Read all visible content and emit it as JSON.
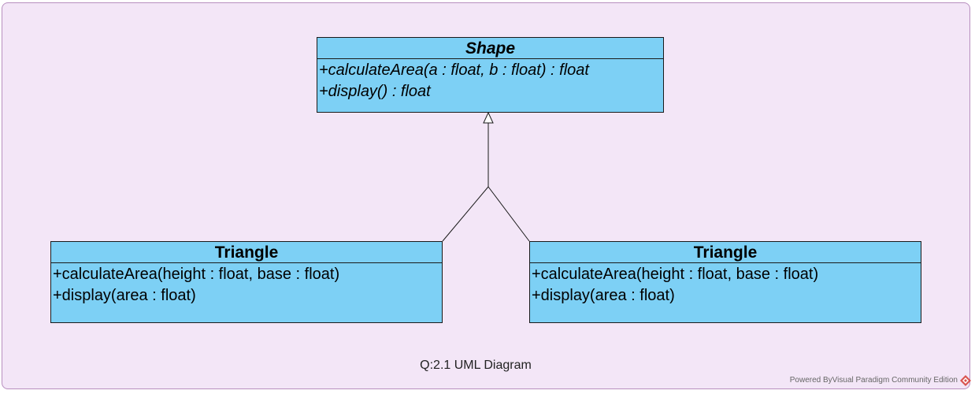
{
  "diagram": {
    "caption": "Q:2.1 UML Diagram",
    "watermark": "Powered ByVisual Paradigm Community Edition",
    "colors": {
      "background": "#f3e6f7",
      "class_fill": "#7dd0f5",
      "border": "#1a1a1a"
    },
    "classes": {
      "shape": {
        "name": "Shape",
        "abstract": true,
        "operations": [
          "+calculateArea(a : float, b : float) : float",
          "+display() : float"
        ]
      },
      "triangle_left": {
        "name": "Triangle",
        "abstract": false,
        "operations": [
          "+calculateArea(height : float, base : float)",
          "+display(area : float)"
        ]
      },
      "triangle_right": {
        "name": "Triangle",
        "abstract": false,
        "operations": [
          "+calculateArea(height : float, base : float)",
          "+display(area : float)"
        ]
      }
    },
    "relationships": [
      {
        "type": "generalization",
        "from": "triangle_left",
        "to": "shape"
      },
      {
        "type": "generalization",
        "from": "triangle_right",
        "to": "shape"
      }
    ],
    "icons": {
      "logo": "visual-paradigm-logo-icon"
    }
  }
}
